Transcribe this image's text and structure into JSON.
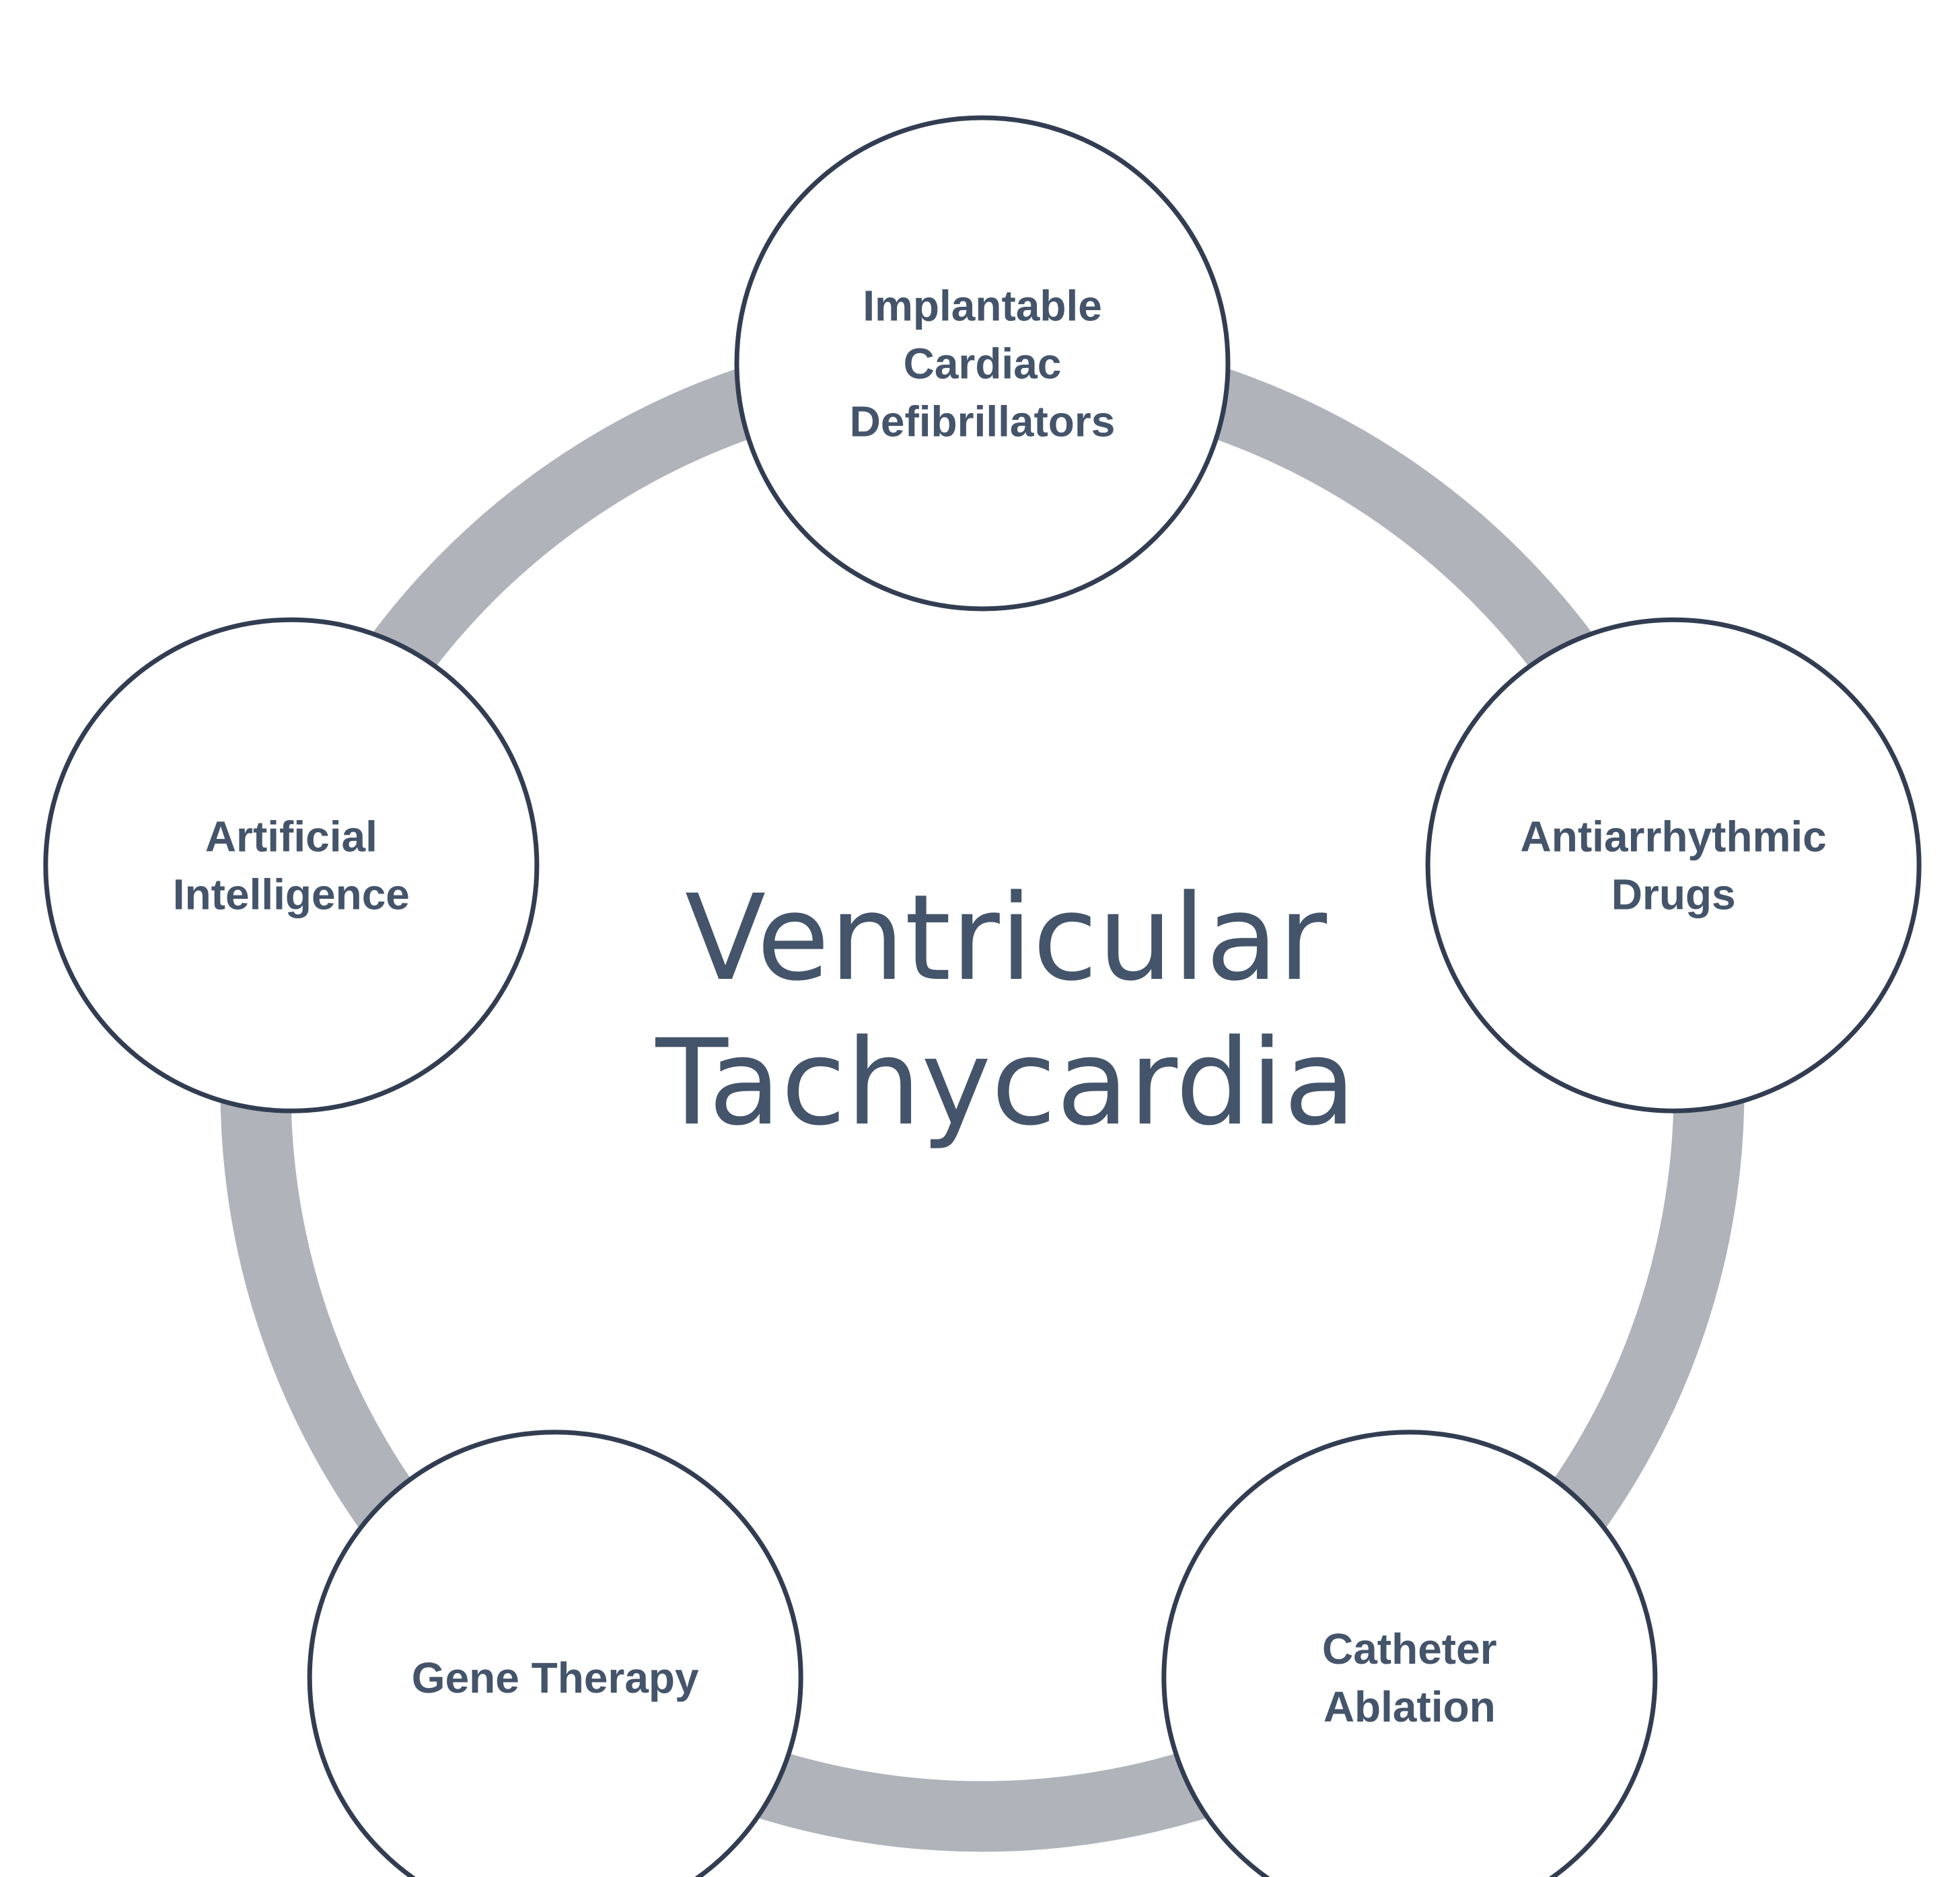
{
  "center": {
    "lines": [
      "Ventricular",
      "Tachycardia"
    ]
  },
  "nodes": [
    {
      "id": "implantable-cardiac-defibrillators",
      "lines": [
        "Implantable",
        "Cardiac",
        "Defibrillators"
      ]
    },
    {
      "id": "antiarrhythmic-drugs",
      "lines": [
        "Antiarrhythmic",
        "Drugs"
      ]
    },
    {
      "id": "catheter-ablation",
      "lines": [
        "Catheter",
        "Ablation"
      ]
    },
    {
      "id": "gene-therapy",
      "lines": [
        "Gene Therapy"
      ]
    },
    {
      "id": "artificial-intelligence",
      "lines": [
        "Artificial",
        "Intelligence"
      ]
    }
  ],
  "colors": {
    "ring": "#b0b3b9",
    "node_fill": "#ffffff",
    "node_stroke": "#323d52",
    "text": "#44546a",
    "background": "#ffffff"
  }
}
